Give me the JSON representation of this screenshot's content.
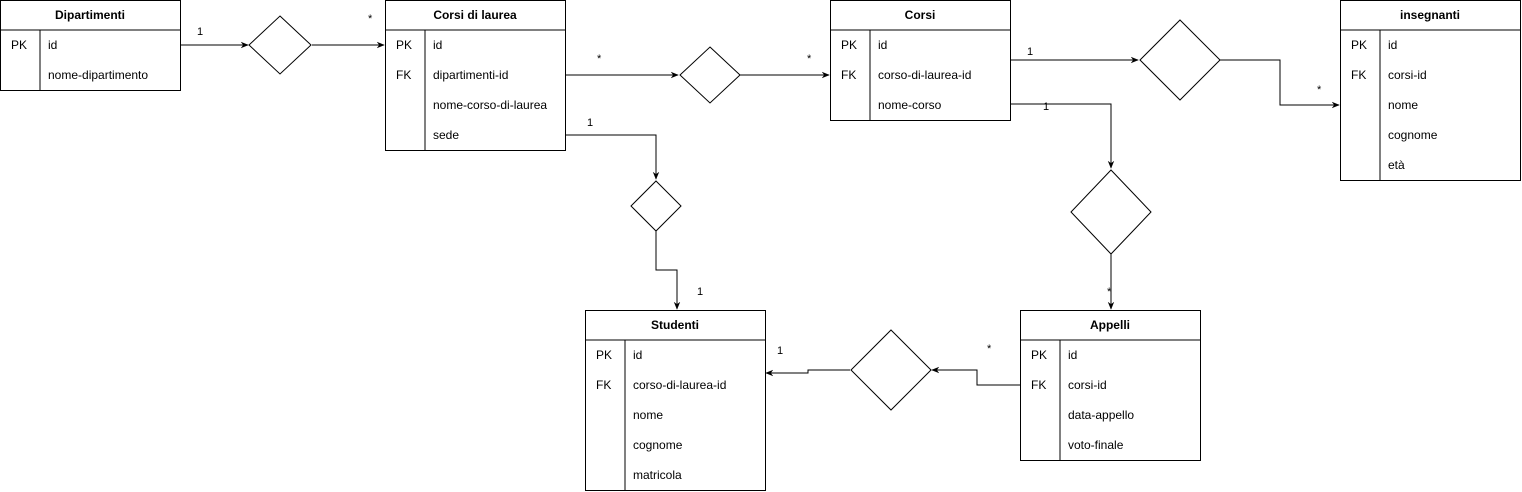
{
  "entities": {
    "dipartimenti": {
      "title": "Dipartimenti",
      "rows": [
        {
          "key": "PK",
          "name": "id"
        },
        {
          "key": "",
          "name": "nome-dipartimento"
        }
      ]
    },
    "corsi_di_laurea": {
      "title": "Corsi di laurea",
      "rows": [
        {
          "key": "PK",
          "name": "id"
        },
        {
          "key": "FK",
          "name": "dipartimenti-id"
        },
        {
          "key": "",
          "name": "nome-corso-di-laurea"
        },
        {
          "key": "",
          "name": "sede"
        }
      ]
    },
    "corsi": {
      "title": "Corsi",
      "rows": [
        {
          "key": "PK",
          "name": "id"
        },
        {
          "key": "FK",
          "name": "corso-di-laurea-id"
        },
        {
          "key": "",
          "name": "nome-corso"
        }
      ]
    },
    "insegnanti": {
      "title": "insegnanti",
      "rows": [
        {
          "key": "PK",
          "name": "id"
        },
        {
          "key": "FK",
          "name": "corsi-id"
        },
        {
          "key": "",
          "name": "nome"
        },
        {
          "key": "",
          "name": "cognome"
        },
        {
          "key": "",
          "name": "età"
        }
      ]
    },
    "studenti": {
      "title": "Studenti",
      "rows": [
        {
          "key": "PK",
          "name": "id"
        },
        {
          "key": "FK",
          "name": "corso-di-laurea-id"
        },
        {
          "key": "",
          "name": "nome"
        },
        {
          "key": "",
          "name": "cognome"
        },
        {
          "key": "",
          "name": "matricola"
        }
      ]
    },
    "appelli": {
      "title": "Appelli",
      "rows": [
        {
          "key": "PK",
          "name": "id"
        },
        {
          "key": "FK",
          "name": "corsi-id"
        },
        {
          "key": "",
          "name": "data-appello"
        },
        {
          "key": "",
          "name": "voto-finale"
        }
      ]
    }
  },
  "relationships": {
    "dip_cdl": {
      "from_mult": "1",
      "to_mult": "*"
    },
    "cdl_corsi": {
      "from_mult": "*",
      "to_mult": "*"
    },
    "corsi_ins": {
      "from_mult": "1",
      "to_mult": "*"
    },
    "corsi_app": {
      "from_mult": "1",
      "to_mult": "*"
    },
    "cdl_stud": {
      "from_mult": "1",
      "to_mult": "1"
    },
    "app_stud": {
      "from_mult": "*",
      "to_mult": "1"
    }
  }
}
